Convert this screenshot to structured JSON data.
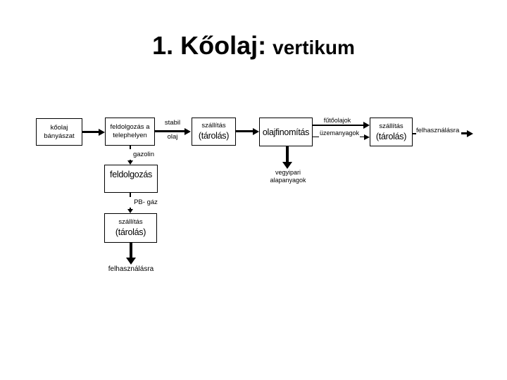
{
  "slide": {
    "title": {
      "main": "1. Kőolaj:",
      "sub": "vertikum"
    }
  },
  "colors": {
    "text": "#000000",
    "background": "#ffffff",
    "border": "#000000"
  },
  "flow": {
    "mining_box": {
      "line1": "kőolaj",
      "line2": "bányászat"
    },
    "site_processing_box": {
      "line1": "feldolgozás a",
      "line2": "telephelyen"
    },
    "stabil_label": {
      "line1": "stabil",
      "line2": "olaj"
    },
    "transport_box1": {
      "line1": "szállítás",
      "line2": "(tárolás)"
    },
    "refinery_box": {
      "label": "olajfinomítás"
    },
    "fuel_oil_label": "fűtőolajok",
    "motor_fuel_label": "üzemanyagok",
    "transport_box2": {
      "line1": "szállítás",
      "line2": "(tárolás)"
    },
    "usage_label": "felhasználásra"
  },
  "branch_gas": {
    "gazolin_label": "gazolin",
    "processing_box": {
      "label": "feldolgozás"
    },
    "pb_gas_label": "PB- gáz",
    "transport_box": {
      "line1": "szállítás",
      "line2": "(tárolás)"
    },
    "usage_label": "felhasználásra"
  },
  "branch_chem": {
    "line1": "vegyipari",
    "line2": "alapanyagok"
  }
}
